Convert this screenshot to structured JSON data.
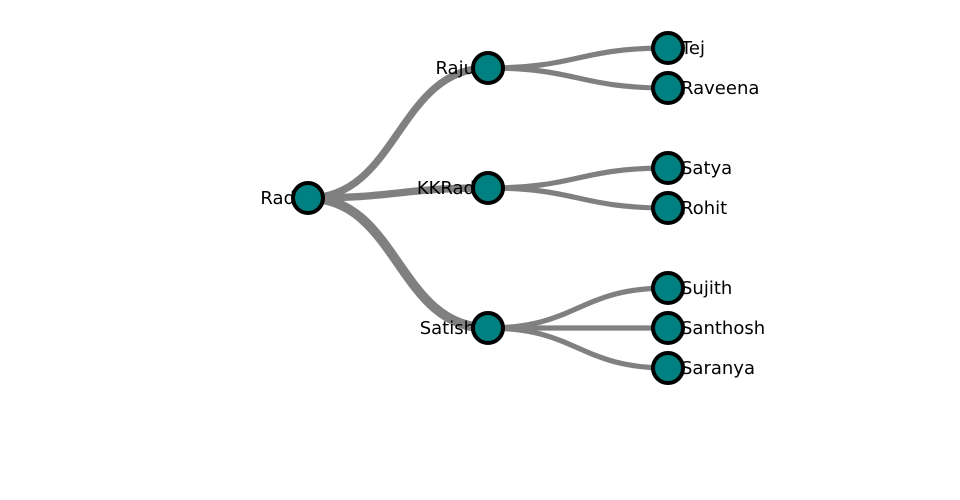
{
  "colors": {
    "node_fill": "#008080",
    "node_stroke": "#000000",
    "link": "#808080"
  },
  "tree": {
    "root": {
      "name": "Rad",
      "children": [
        {
          "name": "Raju",
          "children": [
            {
              "name": "Tej"
            },
            {
              "name": "Raveena"
            }
          ]
        },
        {
          "name": "KKRad",
          "children": [
            {
              "name": "Satya"
            },
            {
              "name": "Rohit"
            }
          ]
        },
        {
          "name": "Satish",
          "children": [
            {
              "name": "Sujith"
            },
            {
              "name": "Santhosh"
            },
            {
              "name": "Saranya"
            }
          ]
        }
      ]
    }
  }
}
